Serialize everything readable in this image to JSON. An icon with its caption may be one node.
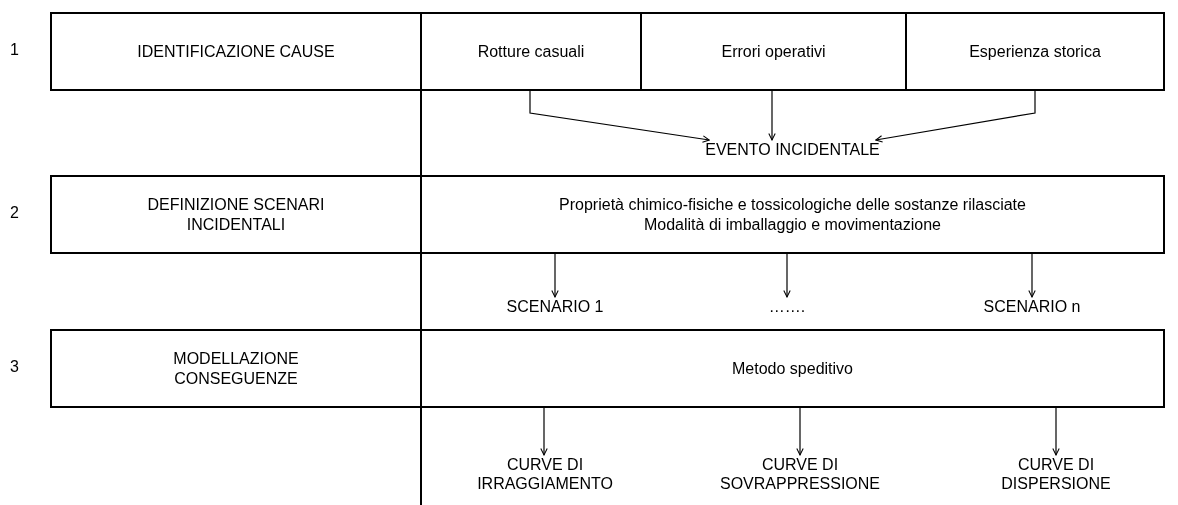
{
  "diagram": {
    "nodes": [
      {
        "text": [
          "IDENTIFICAZIONE CAUSE"
        ]
      },
      {
        "text": [
          "Rotture casuali"
        ]
      },
      {
        "text": [
          "Errori operativi"
        ]
      },
      {
        "text": [
          "Esperienza storica"
        ]
      },
      {
        "text": [
          "EVENTO INCIDENTALE"
        ]
      },
      {
        "text": [
          "DEFINIZIONE SCENARI INCIDENTALI"
        ]
      },
      {
        "text": [
          "Proprietà chimico-fisiche e tossicologiche delle sostanze rilasciate",
          "Modalità di imballaggio e movimentazione"
        ]
      },
      {
        "text": [
          "SCENARIO 1"
        ]
      },
      {
        "text": [
          "……."
        ]
      },
      {
        "text": [
          "SCENARIO n"
        ]
      },
      {
        "text": [
          "MODELLAZIONE CONSEGUENZE"
        ]
      },
      {
        "text": [
          "Metodo speditivo"
        ]
      },
      {
        "text": [
          "CURVE DI IRRAGGIAMENTO"
        ]
      },
      {
        "text": [
          "CURVE DI SOVRAPPRESSIONE"
        ]
      },
      {
        "text": [
          "CURVE DI DISPERSIONE"
        ]
      }
    ],
    "edges": [
      {
        "from": 1,
        "to": 4,
        "arrow": "to"
      },
      {
        "from": 2,
        "to": 4,
        "arrow": "to"
      },
      {
        "from": 3,
        "to": 4,
        "arrow": "to"
      },
      {
        "from": 6,
        "to": 7,
        "arrow": "to"
      },
      {
        "from": 6,
        "to": 8,
        "arrow": "to"
      },
      {
        "from": 6,
        "to": 9,
        "arrow": "to"
      },
      {
        "from": 11,
        "to": 12,
        "arrow": "to"
      },
      {
        "from": 11,
        "to": 13,
        "arrow": "to"
      },
      {
        "from": 11,
        "to": 14,
        "arrow": "to"
      }
    ],
    "labels": [
      "1",
      "2",
      "3"
    ]
  }
}
